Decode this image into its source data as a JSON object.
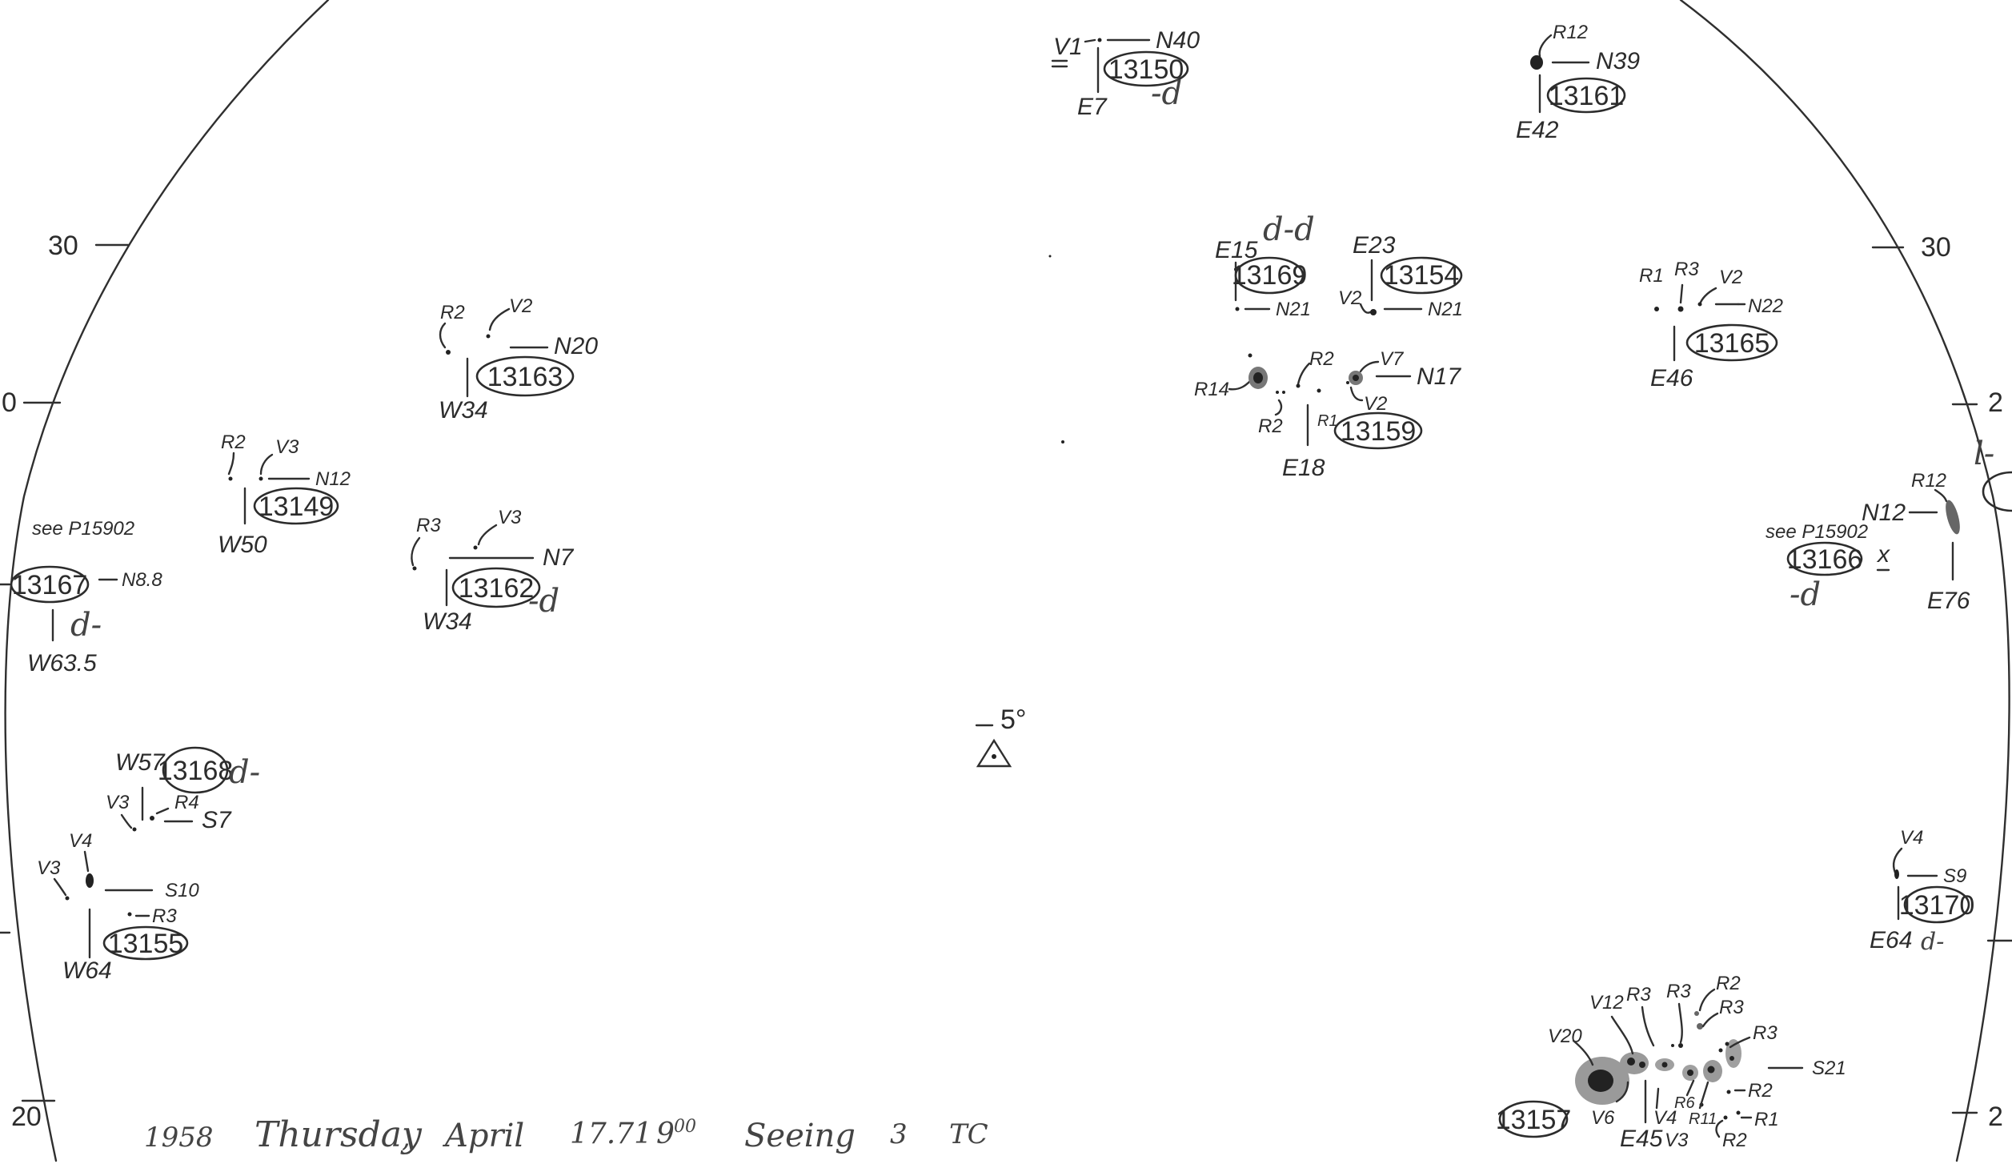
{
  "footer": {
    "year": "1958",
    "day": "Thursday",
    "month": "April",
    "date": "17.71",
    "time": "9",
    "time_sup": "00",
    "seeing_label": "Seeing",
    "seeing_value": "3",
    "observer": "TC"
  },
  "scale": {
    "left_top": "30",
    "right_top": "30",
    "left_mid": "0",
    "right_mid": "2",
    "left_bottom": "20",
    "right_bottom": "2"
  },
  "center_mark": {
    "label": "5°"
  },
  "regions": [
    {
      "id": "13150",
      "pos": "N40",
      "long": "E7",
      "extra": "-d",
      "labels": [
        "V1"
      ]
    },
    {
      "id": "13161",
      "pos": "N39",
      "long": "E42",
      "labels": [
        "R12"
      ]
    },
    {
      "id": "13169",
      "pos": "N21",
      "long": "E15",
      "extra": "d-d",
      "labels": []
    },
    {
      "id": "13154",
      "pos": "N21",
      "long": "E23",
      "labels": [
        "V2"
      ]
    },
    {
      "id": "13165",
      "pos": "N22",
      "long": "E46",
      "labels": [
        "R1",
        "R3",
        "V2"
      ]
    },
    {
      "id": "13159",
      "pos": "N17",
      "long": "E18",
      "labels": [
        "R14",
        "R2",
        "R2",
        "R1",
        "V7",
        "V2"
      ]
    },
    {
      "id": "13163",
      "pos": "N20",
      "long": "W34",
      "labels": [
        "R2",
        "V2"
      ]
    },
    {
      "id": "13149",
      "pos": "N12",
      "long": "W50",
      "labels": [
        "R2",
        "V3"
      ]
    },
    {
      "id": "13167",
      "pos": "N8.8",
      "long": "W63.5",
      "extra": "d-",
      "note": "see P15902",
      "labels": []
    },
    {
      "id": "13162",
      "pos": "N7",
      "long": "W34",
      "extra": "-d",
      "labels": [
        "R3",
        "V3"
      ]
    },
    {
      "id": "13168",
      "pos": "S7",
      "long": "W57",
      "extra": "d-",
      "labels": [
        "V3",
        "R4"
      ]
    },
    {
      "id": "13155",
      "pos": "S10",
      "long": "W64",
      "labels": [
        "V3",
        "V4",
        "R3"
      ]
    },
    {
      "id": "13166",
      "pos": "N12",
      "long": "E76",
      "extra": "-d",
      "note": "see P15902",
      "labels": [
        "R12",
        "x",
        "l-"
      ]
    },
    {
      "id": "13170",
      "pos": "S9",
      "long": "E64",
      "extra": "d-",
      "labels": [
        "V4"
      ]
    },
    {
      "id": "13157",
      "pos": "S21",
      "long": "E45",
      "labels": [
        "V20",
        "V12",
        "R3",
        "R3",
        "R2",
        "R3",
        "R3",
        "R2",
        "R1",
        "R2",
        "R6",
        "R11",
        "V4",
        "V3",
        "V6"
      ]
    }
  ],
  "icons": {
    "center": "triangle-dot-icon"
  },
  "colors": {
    "ink": "#2c2c2c",
    "paper": "#ffffff"
  }
}
